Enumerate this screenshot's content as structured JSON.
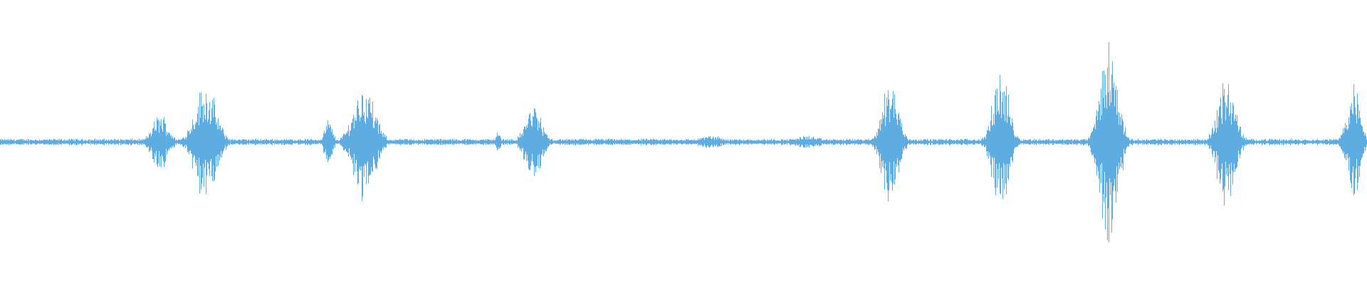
{
  "waveform": {
    "color": "#5DADE2",
    "background": "#FFFFFF",
    "bursts": [
      {
        "center": 0.117,
        "width": 0.024,
        "amplitude": 0.22
      },
      {
        "center": 0.15,
        "width": 0.032,
        "amplitude": 0.45
      },
      {
        "center": 0.24,
        "width": 0.012,
        "amplitude": 0.18
      },
      {
        "center": 0.266,
        "width": 0.032,
        "amplitude": 0.45
      },
      {
        "center": 0.364,
        "width": 0.008,
        "amplitude": 0.08
      },
      {
        "center": 0.39,
        "width": 0.024,
        "amplitude": 0.3
      },
      {
        "center": 0.52,
        "width": 0.04,
        "amplitude": 0.05
      },
      {
        "center": 0.59,
        "width": 0.04,
        "amplitude": 0.05
      },
      {
        "center": 0.651,
        "width": 0.024,
        "amplitude": 0.5
      },
      {
        "center": 0.732,
        "width": 0.024,
        "amplitude": 0.55
      },
      {
        "center": 0.811,
        "width": 0.026,
        "amplitude": 0.8
      },
      {
        "center": 0.897,
        "width": 0.026,
        "amplitude": 0.5
      },
      {
        "center": 0.99,
        "width": 0.02,
        "amplitude": 0.45
      }
    ],
    "noise_floor": 0.025
  }
}
